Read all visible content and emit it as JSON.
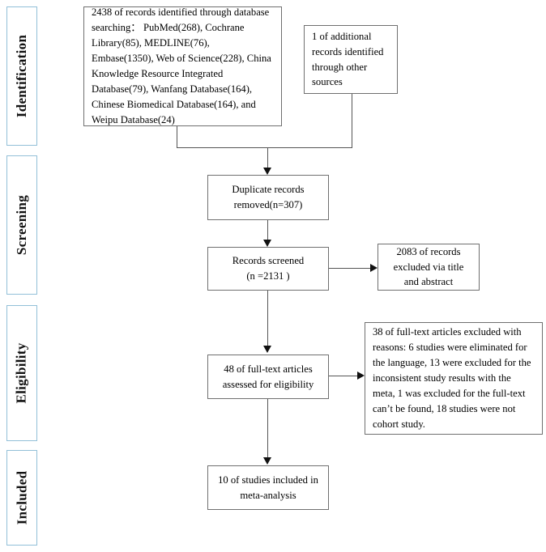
{
  "diagram": {
    "type": "prisma-flow-diagram",
    "title": "PRISMA study selection flow diagram",
    "colors": {
      "stage_border": "#92c0d8",
      "box_border": "#6f6f6f",
      "connector": "#555555",
      "arrow_head": "#111111",
      "text": "#000000",
      "background": "#ffffff"
    }
  },
  "stages": [
    {
      "id": "identification",
      "label": "Identification"
    },
    {
      "id": "screening",
      "label": "Screening"
    },
    {
      "id": "eligibility",
      "label": "Eligibility"
    },
    {
      "id": "included",
      "label": "Included"
    }
  ],
  "boxes": {
    "records_identified": {
      "text": "2438 of records identified through database searching： PubMed(268), Cochrane Library(85), MEDLINE(76), Embase(1350), Web of Science(228), China Knowledge Resource Integrated Database(79), Wanfang Database(164), Chinese Biomedical Database(164), and Weipu Database(24)",
      "count": 2438,
      "sources": [
        {
          "name": "PubMed",
          "count": 268
        },
        {
          "name": "Cochrane Library",
          "count": 85
        },
        {
          "name": "MEDLINE",
          "count": 76
        },
        {
          "name": "Embase",
          "count": 1350
        },
        {
          "name": "Web of Science",
          "count": 228
        },
        {
          "name": "China Knowledge Resource Integrated Database",
          "count": 79
        },
        {
          "name": "Wanfang Database",
          "count": 164
        },
        {
          "name": "Chinese Biomedical Database",
          "count": 164
        },
        {
          "name": "Weipu Database",
          "count": 24
        }
      ]
    },
    "additional_records": {
      "text": "1 of additional records identified through other sources",
      "count": 1
    },
    "duplicates_removed": {
      "line1": "Duplicate records",
      "line2": "removed(n=307)",
      "count": 307
    },
    "records_screened": {
      "line1": "Records screened",
      "line2": "(n =2131 )",
      "count": 2131
    },
    "records_excluded": {
      "text": "2083 of records excluded via title and abstract",
      "count": 2083
    },
    "fulltext_assessed": {
      "line1": "48 of full-text articles",
      "line2": "assessed for eligibility",
      "count": 48
    },
    "fulltext_excluded": {
      "text": "38 of full-text articles excluded with reasons: 6 studies were eliminated for the language, 13 were excluded for the inconsistent study results with the meta, 1 was excluded for the full-text can’t be found, 18 studies were not cohort study.",
      "count": 38,
      "reasons": [
        {
          "reason": "eliminated for the language",
          "count": 6
        },
        {
          "reason": "excluded for the inconsistent study results with the meta",
          "count": 13
        },
        {
          "reason": "excluded for the full-text can’t be found",
          "count": 1
        },
        {
          "reason": "were not cohort study",
          "count": 18
        }
      ]
    },
    "studies_included": {
      "line1": "10 of studies included in",
      "line2": "meta-analysis",
      "count": 10
    }
  }
}
